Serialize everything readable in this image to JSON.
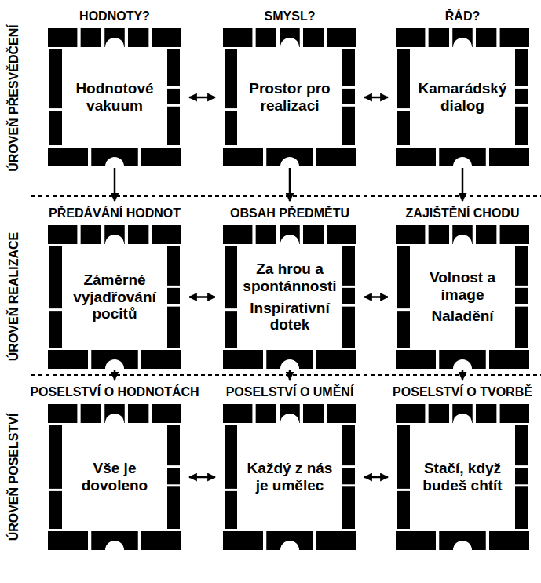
{
  "diagram": {
    "nodes": [
      {
        "text": [
          "HODNOTY?",
          "Hodnotové vakuum"
        ]
      },
      {
        "text": [
          "SMYSL?",
          "Prostor pro realizaci"
        ]
      },
      {
        "text": [
          "ŘÁD?",
          "Kamarádský dialog"
        ]
      },
      {
        "text": [
          "PŘEDÁVÁNÍ HODNOT",
          "Záměrné vyjadřování pocitů"
        ]
      },
      {
        "text": [
          "OBSAH PŘEDMĚTU",
          "Za hrou a spontánnosti",
          "Inspirativní dotek"
        ]
      },
      {
        "text": [
          "ZAJIŠTĚNÍ CHODU",
          "Volnost a image",
          "Naladění"
        ]
      },
      {
        "text": [
          "POSELSTVÍ O HODNOTÁCH",
          "Vše je dovoleno"
        ]
      },
      {
        "text": [
          "POSELSTVÍ O UMĚNÍ",
          "Každý z nás je umělec"
        ]
      },
      {
        "text": [
          "POSELSTVÍ O TVORBĚ",
          "Stačí, když budeš chtít"
        ]
      }
    ],
    "edges": [
      {
        "from": 0,
        "to": 1,
        "arrow": "both"
      },
      {
        "from": 1,
        "to": 2,
        "arrow": "both"
      },
      {
        "from": 3,
        "to": 4,
        "arrow": "both"
      },
      {
        "from": 4,
        "to": 5,
        "arrow": "both"
      },
      {
        "from": 6,
        "to": 7,
        "arrow": "both"
      },
      {
        "from": 7,
        "to": 8,
        "arrow": "both"
      },
      {
        "from": 0,
        "to": 3,
        "arrow": "to"
      },
      {
        "from": 1,
        "to": 4,
        "arrow": "to"
      },
      {
        "from": 2,
        "to": 5,
        "arrow": "to"
      },
      {
        "from": 3,
        "to": 6,
        "arrow": "to"
      },
      {
        "from": 4,
        "to": 7,
        "arrow": "to"
      },
      {
        "from": 5,
        "to": 8,
        "arrow": "to"
      }
    ],
    "labels": [
      "ÚROVEŇ PŘESVĚDČENÍ",
      "ÚROVEŇ REALIZACE",
      "ÚROVEŇ POSELSTVÍ"
    ]
  }
}
